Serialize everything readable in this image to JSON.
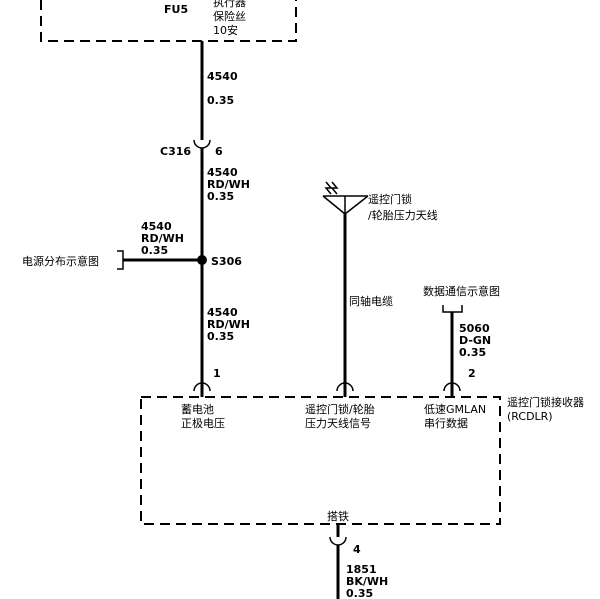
{
  "top_fuse": {
    "fuse_id": "FU5",
    "desc_line1": "执行器",
    "desc_line2": "保险丝",
    "rating": "10安"
  },
  "wire_top": {
    "circuit": "4540",
    "size": "0.35"
  },
  "connector_c316": {
    "name": "C316",
    "pin": "6"
  },
  "wire_mid": {
    "circuit": "4540",
    "color": "RD/WH",
    "size": "0.35"
  },
  "branch_left": {
    "circuit": "4540",
    "color": "RD/WH",
    "size": "0.35",
    "ref_label": "电源分布示意图"
  },
  "splice": {
    "name": "S306"
  },
  "wire_low": {
    "circuit": "4540",
    "color": "RD/WH",
    "size": "0.35"
  },
  "antenna": {
    "label_line1": "遥控门锁",
    "label_line2": "/轮胎压力天线",
    "cable_label": "同轴电缆"
  },
  "data_ref": {
    "label": "数据通信示意图",
    "circuit": "5060",
    "color": "D-GN",
    "size": "0.35",
    "pin": "2"
  },
  "receiver": {
    "name": "遥控门锁接收器",
    "abbr": "(RCDLR)",
    "pin_power": "1",
    "pin_power_l1": "蓄电池",
    "pin_power_l2": "正极电压",
    "pin_antenna_l1": "遥控门锁/轮胎",
    "pin_antenna_l2": "压力天线信号",
    "pin_lin_l1": "低速GMLAN",
    "pin_lin_l2": "串行数据",
    "ground_label": "搭铁",
    "ground_pin": "4"
  },
  "wire_ground": {
    "circuit": "1851",
    "color": "BK/WH",
    "size": "0.35"
  }
}
